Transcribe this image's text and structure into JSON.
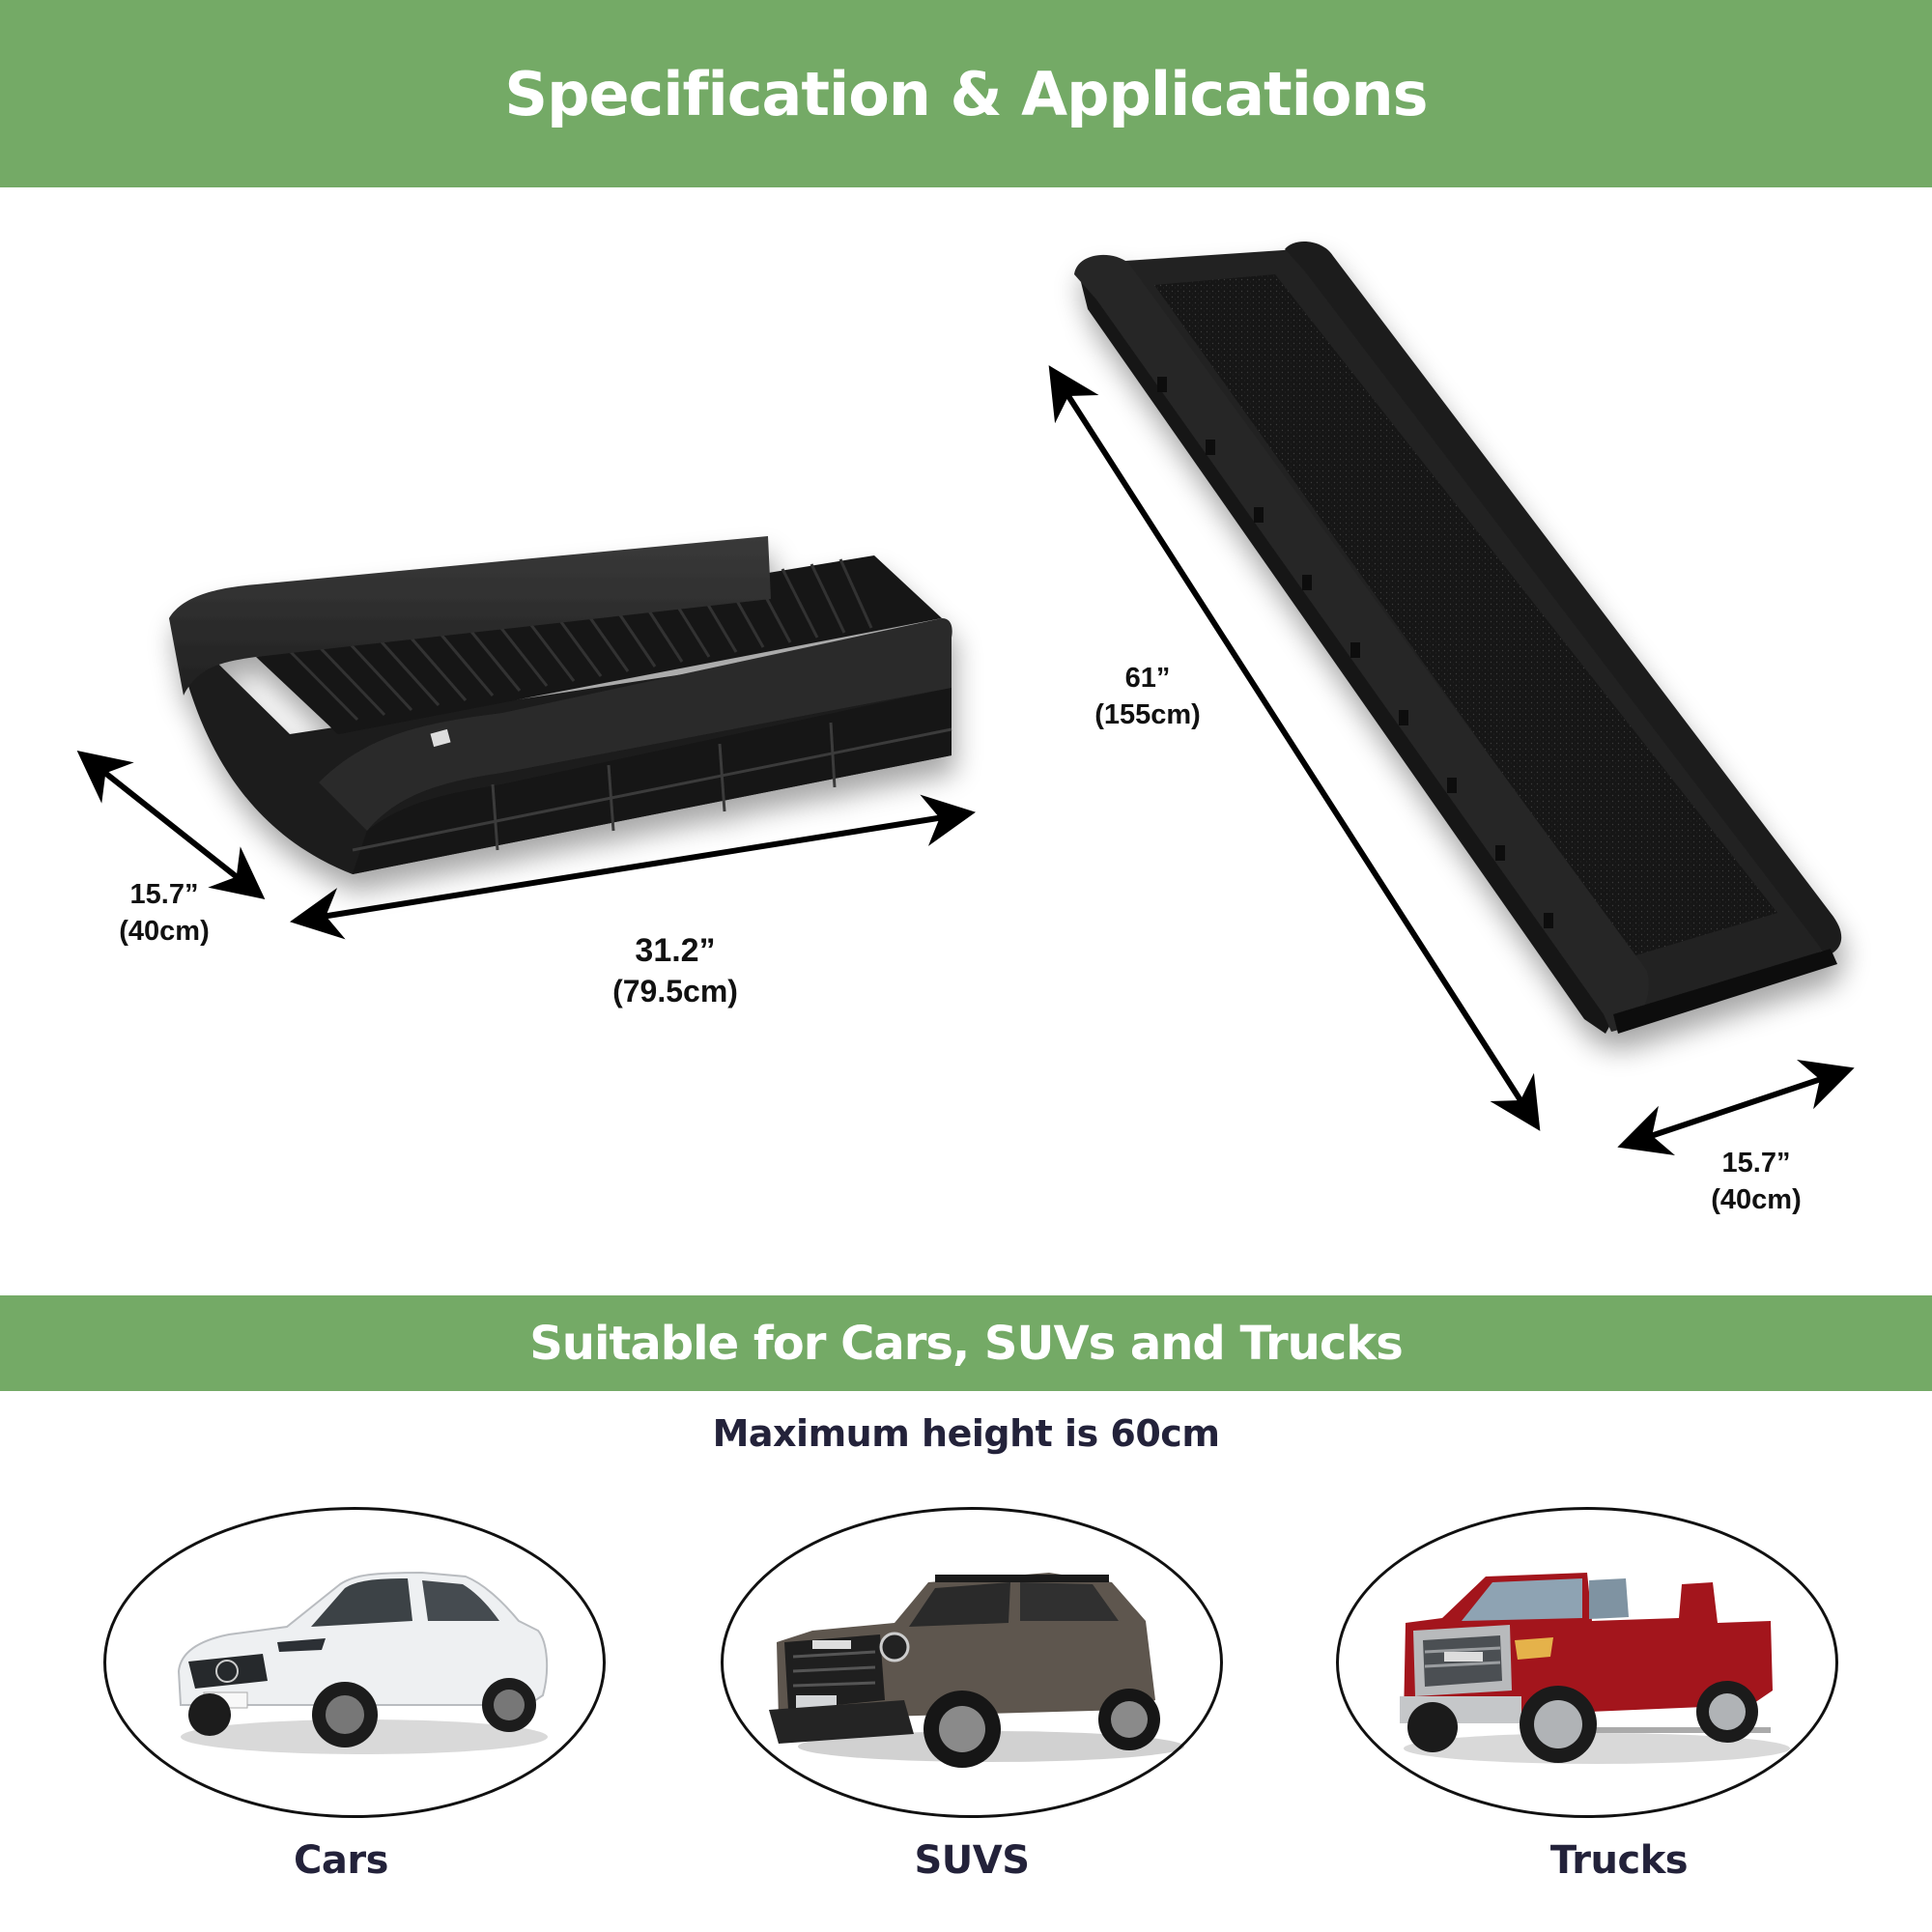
{
  "colors": {
    "band_green": "#74AA66",
    "band_text": "#FFFFFF",
    "body_text": "#23223A",
    "dimension_text": "#111111",
    "ramp_black": "#1c1c1c"
  },
  "header": {
    "title": "Specification & Applications"
  },
  "specs": {
    "folded": {
      "width": {
        "inches": "15.7”",
        "cm": "(40cm)"
      },
      "length": {
        "inches": "31.2”",
        "cm": "(79.5cm)"
      }
    },
    "unfolded": {
      "length": {
        "inches": "61”",
        "cm": "(155cm)"
      },
      "width": {
        "inches": "15.7”",
        "cm": "(40cm)"
      }
    }
  },
  "applications": {
    "title": "Suitable for Cars, SUVs and Trucks",
    "subtitle": "Maximum height is 60cm",
    "vehicles": [
      {
        "label": "Cars",
        "icon": "sedan-car-image",
        "body_color": "#f1f2f4"
      },
      {
        "label": "SUVS",
        "icon": "suv-image",
        "body_color": "#5e564e"
      },
      {
        "label": "Trucks",
        "icon": "pickup-truck-image",
        "body_color": "#a3151c"
      }
    ]
  }
}
